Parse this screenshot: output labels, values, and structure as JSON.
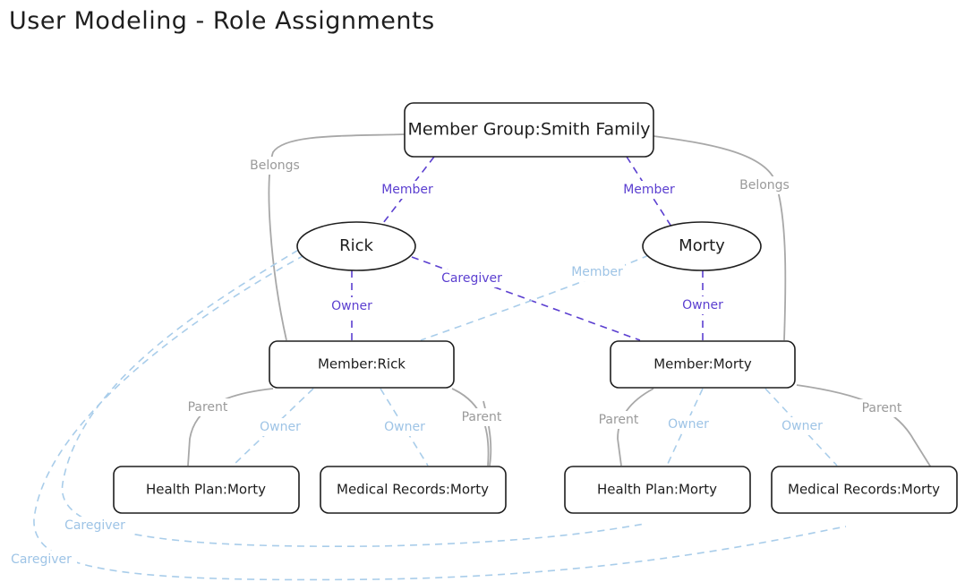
{
  "title": "User Modeling - Role Assignments",
  "colors": {
    "gray_edge": "#a8a8a8",
    "purple_edge": "#5b3fd0",
    "blue_edge": "#a9cdea",
    "node_stroke": "#1e1e1e"
  },
  "nodes": {
    "group": "Member Group:Smith Family",
    "rick": "Rick",
    "morty": "Morty",
    "member_rick": "Member:Rick",
    "member_morty": "Member:Morty",
    "hp_morty_left": "Health Plan:Morty",
    "mr_morty_left": "Medical Records:Morty",
    "hp_morty_right": "Health Plan:Morty",
    "mr_morty_right": "Medical Records:Morty"
  },
  "edge_labels": {
    "belongs_left": "Belongs",
    "belongs_right": "Belongs",
    "member_rick": "Member",
    "member_morty": "Member",
    "caregiver_rick_morty": "Caregiver",
    "member_morty_to_member_rick": "Member",
    "owner_rick": "Owner",
    "owner_morty": "Owner",
    "parent_left_1": "Parent",
    "owner_left_1": "Owner",
    "owner_left_2": "Owner",
    "parent_left_2": "Parent",
    "parent_right_1": "Parent",
    "owner_right_1": "Owner",
    "owner_right_2": "Owner",
    "parent_right_2": "Parent",
    "caregiver_bottom_1": "Caregiver",
    "caregiver_bottom_2": "Caregiver"
  }
}
